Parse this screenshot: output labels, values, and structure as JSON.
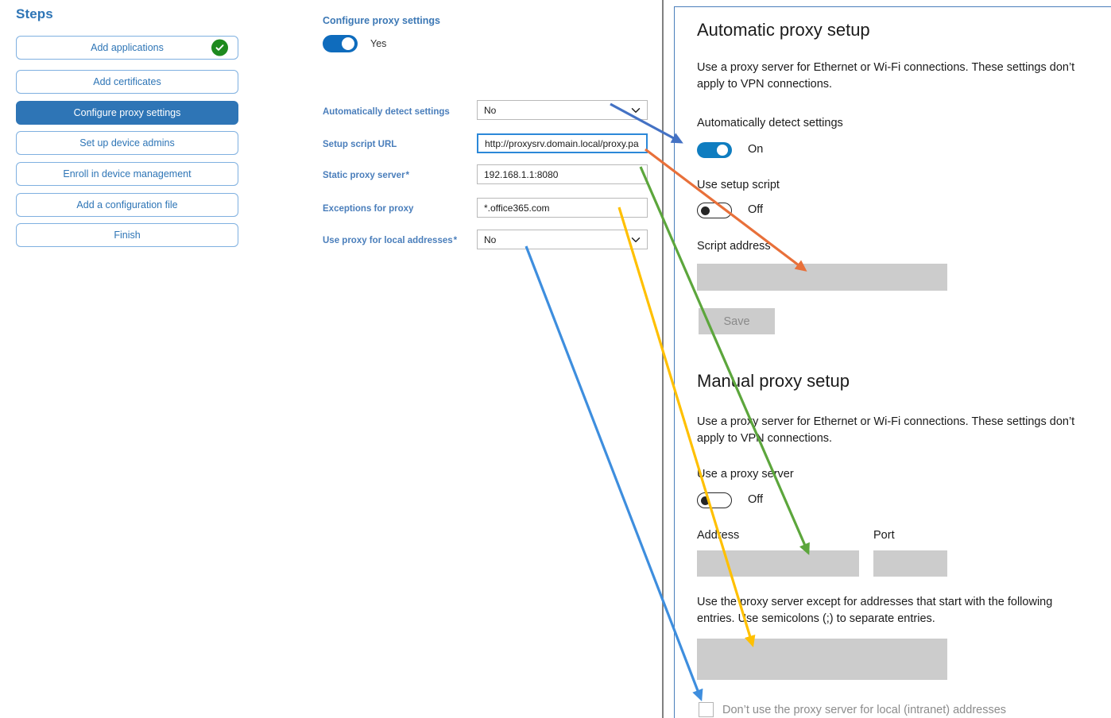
{
  "steps_panel": {
    "title": "Steps",
    "items": [
      {
        "label": "Add applications",
        "state": "complete"
      },
      {
        "label": "Add certificates",
        "state": "default"
      },
      {
        "label": "Configure proxy settings",
        "state": "active"
      },
      {
        "label": "Set up device admins",
        "state": "default"
      },
      {
        "label": "Enroll in device management",
        "state": "default"
      },
      {
        "label": "Add a configuration file",
        "state": "default"
      },
      {
        "label": "Finish",
        "state": "default"
      }
    ]
  },
  "form": {
    "title": "Configure proxy settings",
    "toggle": {
      "label": "Yes",
      "on": true
    },
    "fields": [
      {
        "label": "Automatically detect settings",
        "required": false,
        "type": "select",
        "value": "No",
        "focused": false
      },
      {
        "label": "Setup script URL",
        "required": false,
        "type": "text",
        "value": "http://proxysrv.domain.local/proxy.pa",
        "focused": true
      },
      {
        "label": "Static proxy server",
        "required": true,
        "type": "text",
        "value": "192.168.1.1:8080",
        "focused": false
      },
      {
        "label": "Exceptions for proxy",
        "required": false,
        "type": "text",
        "value": "*.office365.com",
        "focused": false
      },
      {
        "label": "Use proxy for local addresses",
        "required": true,
        "type": "select",
        "value": "No",
        "focused": false
      }
    ]
  },
  "settings": {
    "auto": {
      "heading": "Automatic proxy setup",
      "description": "Use a proxy server for Ethernet or Wi-Fi connections. These settings don’t apply to VPN connections.",
      "detect_label": "Automatically detect settings",
      "detect_state": "On",
      "script_label": "Use setup script",
      "script_state": "Off",
      "script_address_label": "Script address",
      "script_address_value": "",
      "save_label": "Save"
    },
    "manual": {
      "heading": "Manual proxy setup",
      "description": "Use a proxy server for Ethernet or Wi-Fi connections. These settings don’t apply to VPN connections.",
      "use_proxy_label": "Use a proxy server",
      "use_proxy_state": "Off",
      "address_label": "Address",
      "address_value": "",
      "port_label": "Port",
      "port_value": "",
      "exceptions_description": "Use the proxy server except for addresses that start with the following entries. Use semicolons (;) to separate entries.",
      "exceptions_value": "",
      "bypass_label": "Don’t use the proxy server for local (intranet) addresses",
      "bypass_checked": false
    }
  },
  "arrows": [
    {
      "name": "arrow-detect-settings",
      "color": "#4472C4",
      "from": "Automatically detect settings dropdown",
      "to": "Automatically detect settings toggle"
    },
    {
      "name": "arrow-setup-script-url",
      "color": "#E8703A",
      "from": "Setup script URL field",
      "to": "Script address box"
    },
    {
      "name": "arrow-static-proxy",
      "color": "#5CA63C",
      "from": "Static proxy server field",
      "to": "Address box"
    },
    {
      "name": "arrow-exceptions",
      "color": "#FFC000",
      "from": "Exceptions for proxy field",
      "to": "Exceptions box"
    },
    {
      "name": "arrow-local-addresses",
      "color": "#3E8EDE",
      "from": "Use proxy for local addresses dropdown",
      "to": "Don’t use the proxy server for local (intranet) addresses checkbox"
    }
  ],
  "colors": {
    "accent_blue": "#2E75B6",
    "step_border": "#7FB0E0",
    "label_blue": "#4A7EBB",
    "toggle_on_left": "#0F6CBD",
    "toggle_on_right": "#0F7DC0",
    "check_green": "#1E8A1E",
    "input_gray": "#CCCCCC"
  }
}
